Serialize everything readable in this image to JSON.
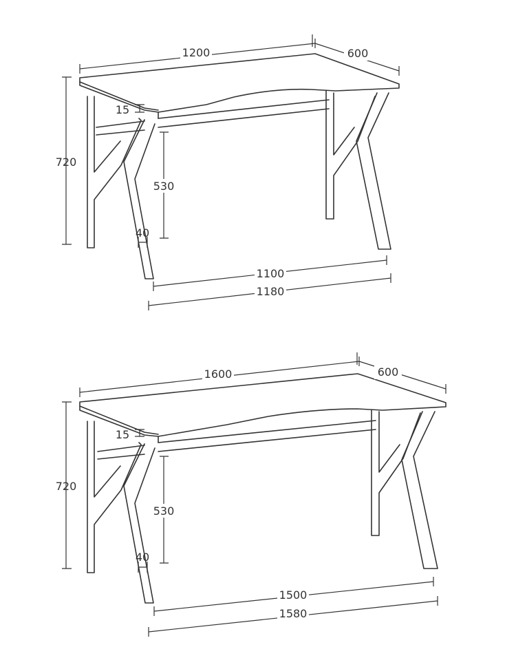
{
  "colors": {
    "stroke": "#333333",
    "background": "#ffffff"
  },
  "desk_1200": {
    "width": "1200",
    "depth": "600",
    "height": "720",
    "top_thickness": "15",
    "knee_clearance": "530",
    "leg_width": "40",
    "inner_span": "1100",
    "leg_span": "1180"
  },
  "desk_1600": {
    "width": "1600",
    "depth": "600",
    "height": "720",
    "top_thickness": "15",
    "knee_clearance": "530",
    "leg_width": "40",
    "inner_span": "1500",
    "leg_span": "1580"
  }
}
